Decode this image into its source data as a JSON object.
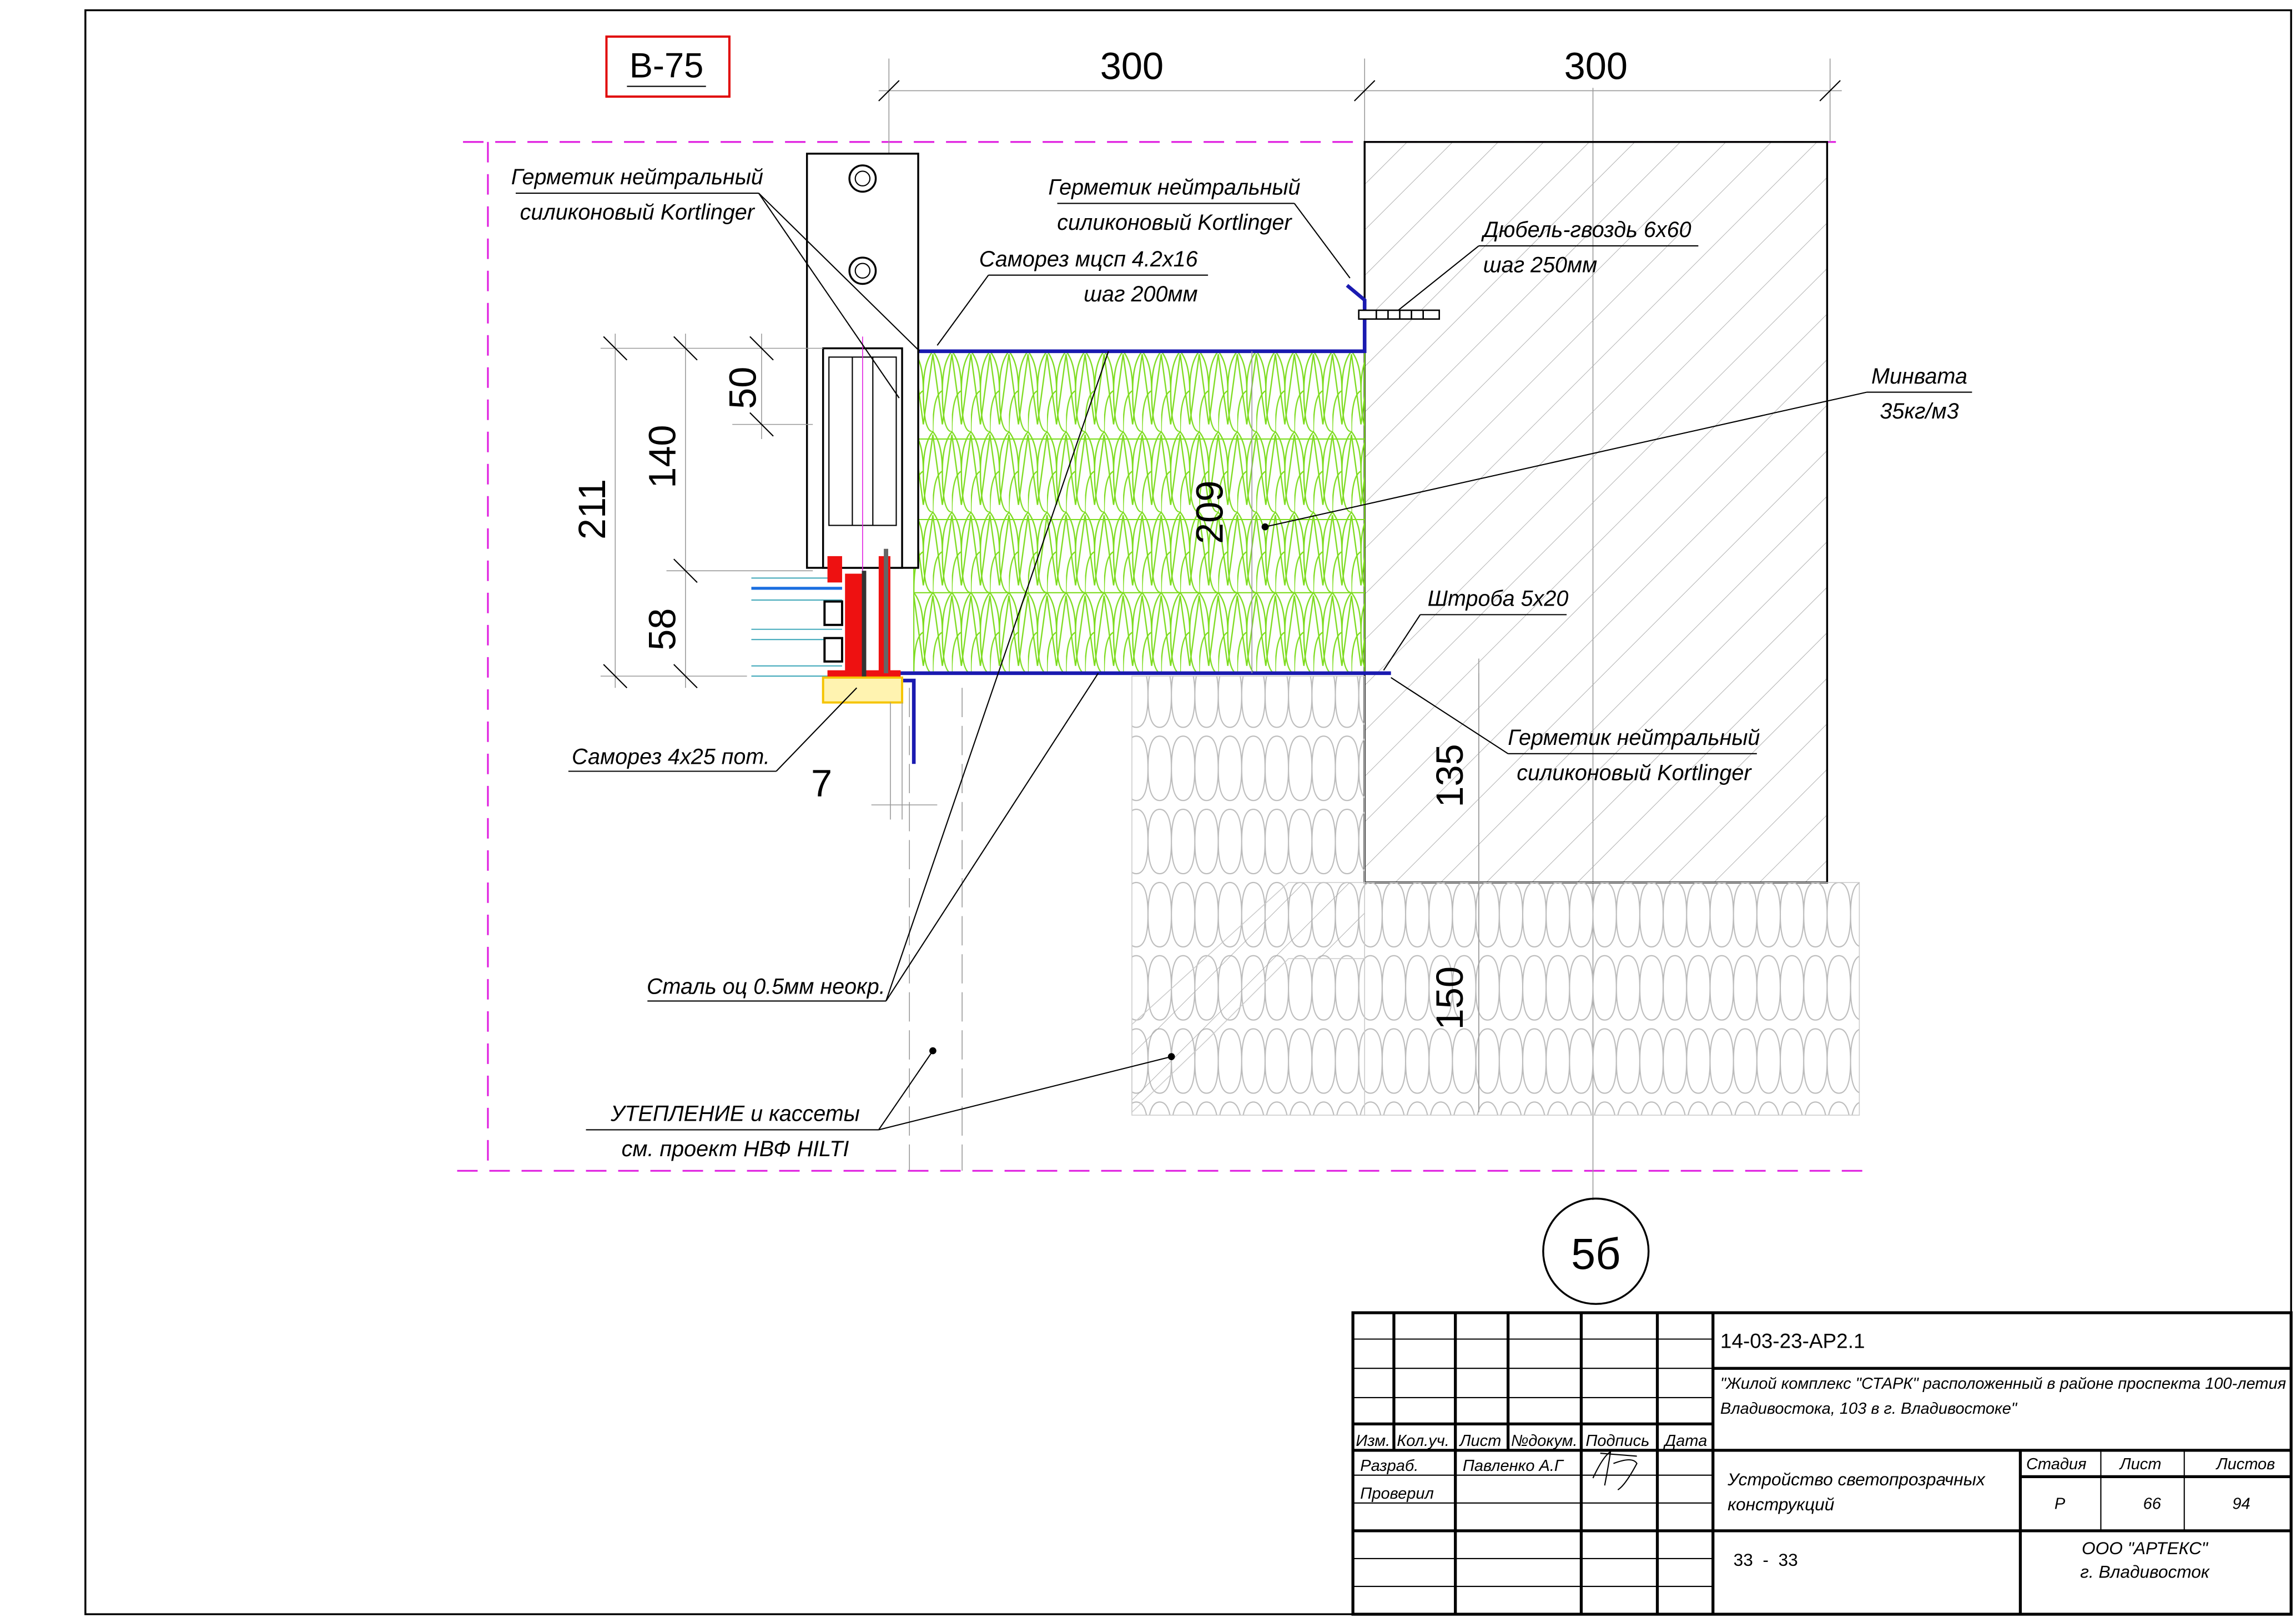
{
  "drawing": {
    "section_mark": "B-75",
    "view_mark": "5б",
    "dimensions": {
      "top_left": "300",
      "top_right": "300",
      "d211": "211",
      "d140": "140",
      "d50": "50",
      "d58": "58",
      "d209": "209",
      "d135": "135",
      "d150": "150",
      "d7": "7"
    },
    "labels": {
      "sealant_left_1": "Герметик нейтральный",
      "sealant_left_2": "силиконовый Kortlinger",
      "sealant_top_1": "Герметик нейтральный",
      "sealant_top_2": "силиконовый Kortlinger",
      "screw_top_1": "Саморез мцсп 4.2х16",
      "screw_top_2": "шаг 200мм",
      "dowel_1": "Дюбель-гвоздь 6х60",
      "dowel_2": "шаг 250мм",
      "wool_1": "Минвата",
      "wool_2": "35кг/м3",
      "groove": "Штроба 5х20",
      "sealant_bottom_1": "Герметик нейтральный",
      "sealant_bottom_2": "силиконовый Kortlinger",
      "screw_bottom": "Саморез 4х25 пот.",
      "steel": "Сталь оц 0.5мм неокр.",
      "insulation_1": "УТЕПЛЕНИЕ и кассеты",
      "insulation_2": "см. проект НВФ HILTI"
    },
    "colors": {
      "border_red": "#e00000",
      "wool_green": "#7ddc1f",
      "steel_blue": "#1a1ab0",
      "gasket_red": "#ee1111",
      "cap_yellow": "#f5c400",
      "axis_magenta": "#e020e0"
    }
  },
  "title_block": {
    "doc_code": "14-03-23-АР2.1",
    "project_1": "\"Жилой комплекс \"СТАРК\" расположенный в районе проспекта 100-летия",
    "project_2": "Владивостока, 103 в г. Владивостоке\"",
    "headers": [
      "Изм.",
      "Кол.уч.",
      "Лист",
      "№докум.",
      "Подпись",
      "Дата"
    ],
    "developed_label": "Разраб.",
    "developer": "Павленко А.Г",
    "checked_label": "Проверил",
    "sheet_title_1": "Устройство светопрозрачных",
    "sheet_title_2": "конструкций",
    "stage_label": "Стадия",
    "sheet_label": "Лист",
    "sheets_label": "Листов",
    "stage": "Р",
    "sheet": "66",
    "sheets": "94",
    "section": "33  -  33",
    "company_1": "ООО \"АРТЕКС\"",
    "company_2": "г. Владивосток"
  }
}
